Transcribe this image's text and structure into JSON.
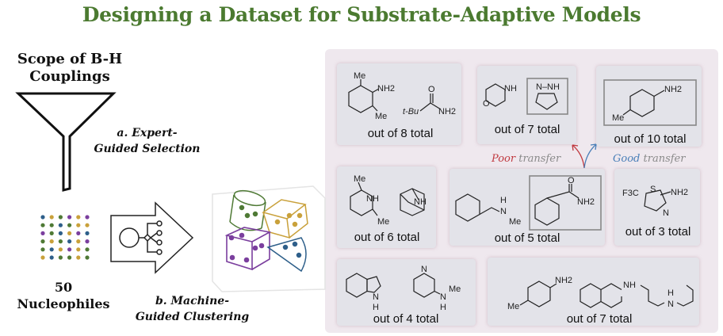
{
  "title": "Designing a Dataset for Substrate-Adaptive Models",
  "left": {
    "scope_line1": "Scope of B-H",
    "scope_line2": "Couplings",
    "step_a_line1": "a. Expert-",
    "step_a_line2": "Guided Selection",
    "count": "50",
    "count_label": "Nucleophiles",
    "step_b_line1": "b. Machine-",
    "step_b_line2": "Guided Clustering"
  },
  "colors": {
    "title": "#4b7a30",
    "poor": "#c0393f",
    "good": "#4a7fb8",
    "green": "#4f7a35",
    "gold": "#c9a13b",
    "purple": "#7b3f9e",
    "blue": "#2e5f8a"
  },
  "transfer": {
    "poor_word": "Poor",
    "poor_rest": " transfer",
    "good_word": "Good",
    "good_rest": " transfer"
  },
  "clusters": [
    {
      "caption": "out of 8 total",
      "atoms": [
        "Me",
        "NH2",
        "Me",
        "t-Bu",
        "O",
        "NH2"
      ]
    },
    {
      "caption": "out of 7 total",
      "atoms": [
        "NH",
        "O",
        "N–NH"
      ]
    },
    {
      "caption": "out of 10 total",
      "atoms": [
        "NH2",
        "Me"
      ]
    },
    {
      "caption": "out of 6 total",
      "atoms": [
        "Me",
        "NH",
        "Me",
        "NH"
      ]
    },
    {
      "caption": "out of 5 total",
      "atoms": [
        "H",
        "N",
        "Me",
        "O",
        "NH2"
      ]
    },
    {
      "caption": "out of 3 total",
      "atoms": [
        "F3C",
        "S",
        "NH2",
        "N"
      ]
    },
    {
      "caption": "out of 4 total",
      "atoms": [
        "N",
        "H",
        "N",
        "N",
        "H",
        "Me"
      ]
    },
    {
      "caption": "out of 7 total",
      "atoms": [
        "NH2",
        "Me",
        "NH",
        "H",
        "N"
      ]
    }
  ]
}
